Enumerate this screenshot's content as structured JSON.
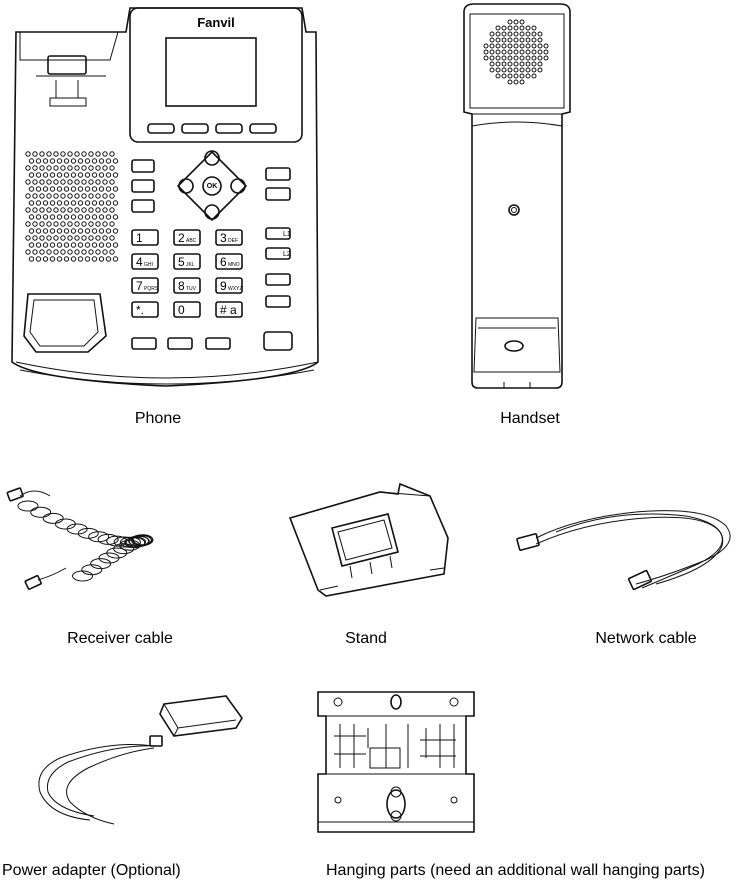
{
  "phone": {
    "caption": "Phone",
    "brand": "Fanvil"
  },
  "keypad": [
    {
      "d": "1",
      "s": ""
    },
    {
      "d": "2",
      "s": "ABC"
    },
    {
      "d": "3",
      "s": "DEF"
    },
    {
      "d": "4",
      "s": "GHI"
    },
    {
      "d": "5",
      "s": "JKL"
    },
    {
      "d": "6",
      "s": "MNO"
    },
    {
      "d": "7",
      "s": "PQRS"
    },
    {
      "d": "8",
      "s": "TUV"
    },
    {
      "d": "9",
      "s": "WXYZ"
    },
    {
      "d": "*.",
      "s": ""
    },
    {
      "d": "0",
      "s": ""
    },
    {
      "d": "# a",
      "s": ""
    }
  ],
  "line_keys": [
    "L1",
    "L2"
  ],
  "nav": {
    "center": "OK"
  },
  "handset": {
    "caption": "Handset"
  },
  "receiver_cable": {
    "caption": "Receiver cable"
  },
  "stand": {
    "caption": "Stand"
  },
  "network_cable": {
    "caption": "Network cable"
  },
  "power_adapter": {
    "caption": "Power adapter (Optional)"
  },
  "hanging_parts": {
    "caption": "Hanging parts (need an additional wall hanging parts)"
  }
}
